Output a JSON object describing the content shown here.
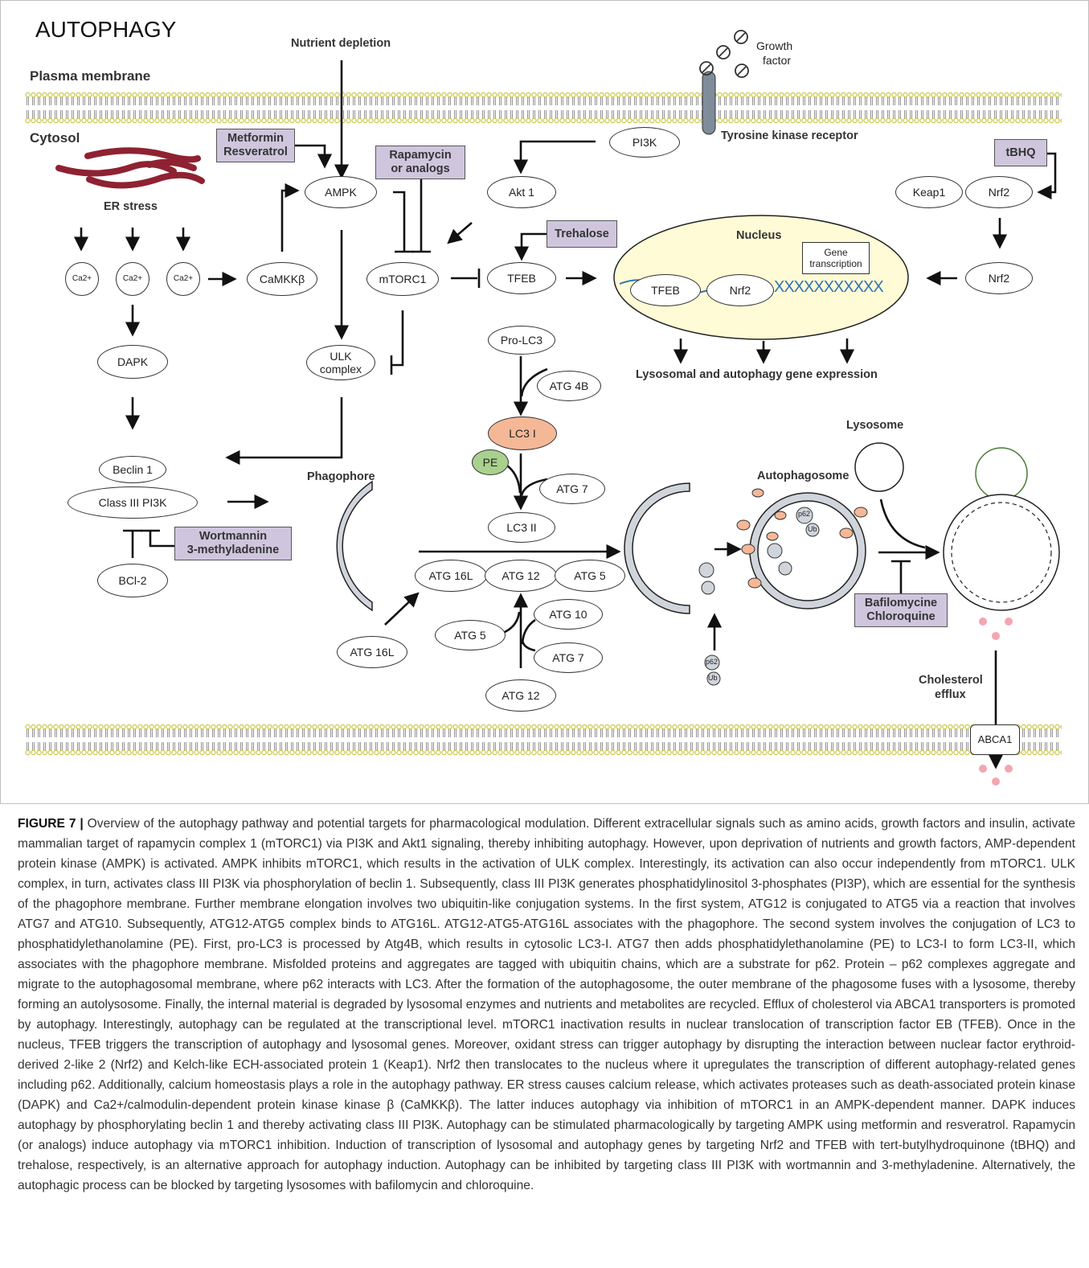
{
  "title": "AUTOPHAGY",
  "labels": {
    "plasma_membrane": "Plasma membrane",
    "cytosol": "Cytosol",
    "nutrient_depletion": "Nutrient depletion",
    "growth_factor_1": "Growth",
    "growth_factor_2": "factor",
    "tyrosine_kinase_receptor": "Tyrosine kinase receptor",
    "er_stress": "ER stress",
    "nucleus": "Nucleus",
    "gene_transcription_1": "Gene",
    "gene_transcription_2": "transcription",
    "gene_expression": "Lysosomal and autophagy gene expression",
    "phagophore": "Phagophore",
    "autophagosome": "Autophagosome",
    "lysosome": "Lysosome",
    "cholesterol_efflux_1": "Cholesterol",
    "cholesterol_efflux_2": "efflux",
    "dna_marks": "XXXXXXXXXXX"
  },
  "nodes": {
    "ca1": "Ca2+",
    "ca2": "Ca2+",
    "ca3": "Ca2+",
    "camkkb": "CaMKKβ",
    "dapk": "DAPK",
    "ampk": "AMPK",
    "mtorc1": "mTORC1",
    "ulk_1": "ULK",
    "ulk_2": "complex",
    "beclin1": "Beclin 1",
    "class3pi3k": "Class III PI3K",
    "bcl2": "BCl-2",
    "pi3k": "PI3K",
    "akt1": "Akt 1",
    "tfeb": "TFEB",
    "keap1": "Keap1",
    "nrf2_top": "Nrf2",
    "nrf2_mid": "Nrf2",
    "tfeb_nucleus": "TFEB",
    "nrf2_nucleus": "Nrf2",
    "prolc3": "Pro-LC3",
    "atg4b": "ATG 4B",
    "lc3i": "LC3 I",
    "pe": "PE",
    "atg7_a": "ATG 7",
    "lc3ii": "LC3 II",
    "atg16l_a": "ATG 16L",
    "atg12_a": "ATG 12",
    "atg5_a": "ATG 5",
    "atg10": "ATG 10",
    "atg5_b": "ATG 5",
    "atg7_b": "ATG 7",
    "atg16l_b": "ATG 16L",
    "atg12_b": "ATG 12",
    "abca1": "ABCA1",
    "p62": "p62",
    "ub": "Ub"
  },
  "drugs": {
    "metformin_1": "Metformin",
    "metformin_2": "Resveratrol",
    "rapamycin_1": "Rapamycin",
    "rapamycin_2": "or analogs",
    "trehalose": "Trehalose",
    "tbhq": "tBHQ",
    "wortmannin_1": "Wortmannin",
    "wortmannin_2": "3-methyladenine",
    "bafilomycine_1": "Bafilomycine",
    "bafilomycine_2": "Chloroquine"
  },
  "colors": {
    "drug_fill": "#cfc6de",
    "lc3i_fill": "#f5b897",
    "pe_fill": "#a9d18e",
    "nucleus_fill": "#fffbd6",
    "membrane": "#d4d24a",
    "er": "#a5303f",
    "dna": "#2e74b5"
  },
  "caption": {
    "label": "FIGURE 7 |",
    "text": "Overview of the autophagy pathway and potential targets for pharmacological modulation. Different extracellular signals such as amino acids, growth factors and insulin, activate mammalian target of rapamycin complex 1 (mTORC1) via PI3K and Akt1 signaling, thereby inhibiting autophagy. However, upon deprivation of nutrients and growth factors, AMP-dependent protein kinase (AMPK) is activated. AMPK inhibits mTORC1, which results in the activation of ULK complex. Interestingly, its activation can also occur independently from mTORC1. ULK complex, in turn, activates class III PI3K via phosphorylation of beclin 1. Subsequently, class III PI3K generates phosphatidylinositol 3-phosphates (PI3P), which are essential for the synthesis of the phagophore membrane. Further membrane elongation involves two ubiquitin-like conjugation systems. In the first system, ATG12 is conjugated to ATG5 via a reaction that involves ATG7 and ATG10. Subsequently, ATG12-ATG5 complex binds to ATG16L. ATG12-ATG5-ATG16L associates with the phagophore. The second system involves the conjugation of LC3 to phosphatidylethanolamine (PE). First, pro-LC3 is processed by Atg4B, which results in cytosolic LC3-I. ATG7 then adds phosphatidylethanolamine (PE) to LC3-I to form LC3-II, which associates with the phagophore membrane. Misfolded proteins and aggregates are tagged with ubiquitin chains, which are a substrate for p62. Protein – p62 complexes aggregate and migrate to the autophagosomal membrane, where p62 interacts with LC3. After the formation of the autophagosome, the outer membrane of the phagosome fuses with a lysosome, thereby forming an autolysosome. Finally, the internal material is degraded by lysosomal enzymes and nutrients and metabolites are recycled. Efflux of cholesterol via ABCA1 transporters is promoted by autophagy. Interestingly, autophagy can be regulated at the transcriptional level. mTORC1 inactivation results in nuclear translocation of transcription factor EB (TFEB). Once in the nucleus, TFEB triggers the transcription of autophagy and lysosomal genes. Moreover, oxidant stress can trigger autophagy by disrupting the interaction between nuclear factor erythroid-derived 2-like 2 (Nrf2) and Kelch-like ECH-associated protein 1 (Keap1). Nrf2 then translocates to the nucleus where it upregulates the transcription of different autophagy-related genes including p62. Additionally, calcium homeostasis plays a role in the autophagy pathway. ER stress causes calcium release, which activates proteases such as death-associated protein kinase (DAPK) and Ca2+/calmodulin-dependent protein kinase kinase β (CaMKKβ). The latter induces autophagy via inhibition of mTORC1 in an AMPK-dependent manner. DAPK induces autophagy by phosphorylating beclin 1 and thereby activating class III PI3K. Autophagy can be stimulated pharmacologically by targeting AMPK using metformin and resveratrol. Rapamycin (or analogs) induce autophagy via mTORC1 inhibition. Induction of transcription of lysosomal and autophagy genes by targeting Nrf2 and TFEB with tert-butylhydroquinone (tBHQ) and trehalose, respectively, is an alternative approach for autophagy induction. Autophagy can be inhibited by targeting class III PI3K with wortmannin and 3-methyladenine. Alternatively, the autophagic process can be blocked by targeting lysosomes with bafilomycin and chloroquine."
  }
}
